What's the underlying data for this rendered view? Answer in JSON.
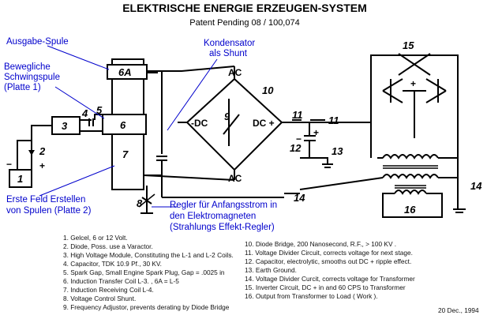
{
  "title": "ELEKTRISCHE ENERGIE ERZEUGEN-SYSTEM",
  "subtitle": "Patent Pending  08 / 100,074",
  "annotations": {
    "ausgabe": "Ausgabe-Spule",
    "bewegliche": [
      "Bewegliche",
      "Schwingspule",
      "(Platte 1)"
    ],
    "kondensator": [
      "Kondensator",
      "als Shunt"
    ],
    "erste": [
      "Erste Feld Erstellen",
      "von Spulen (Platte 2)"
    ],
    "regler": [
      "Regler für Anfangsstrom in",
      "den Elektromagneten",
      "(Strahlungs Effekt-Regler)"
    ]
  },
  "circuit": {
    "n1": "1",
    "n2": "2",
    "n3": "3",
    "n4": "4",
    "n5": "5",
    "n6": "6",
    "n6a": "6A",
    "n7": "7",
    "n8": "8",
    "n9": "9",
    "n10": "10",
    "n11a": "11",
    "n11b": "11",
    "n12": "12",
    "n13": "13",
    "n14a": "14",
    "n14b": "14",
    "n15": "15",
    "n16": "16",
    "ac_top": "AC",
    "ac_bottom": "AC",
    "dc_minus": "-DC",
    "dc_plus": "DC +",
    "minus": "−",
    "plus": "+",
    "plus2": "+",
    "minus2": "−",
    "plus3": "+"
  },
  "legend_left": [
    "1. Gelcel, 6 or 12 Volt.",
    "2. Diode, Poss. use a Varactor.",
    "3. High Voltage Module, Constituting the L-1 and L-2 Coils.",
    "4. Capacitor, TDK  10.9  Pf., 30 KV.",
    "5. Spark Gap, Small Engine Spark Plug, Gap = .0025 in",
    "6. Induction Transfer Coil  L-3. , 6A = L-5",
    "7. Induction Receiving Coil L-4.",
    "8. Voltage Control Shunt.",
    "9. Frequency Adjustor, prevents derating by Diode Bridge"
  ],
  "legend_right": [
    "10. Diode Bridge, 200 Nanosecond, R.F., > 100 KV .",
    "11. Voltage Divider Circuit, corrects voltage for next stage.",
    "12. Capacitor, electrolytic, smooths out DC + ripple effect.",
    "13. Earth Ground.",
    "14. Voltage Divider Curcit, corrects voltage for Transformer",
    "15. Inverter Circuit, DC + in and 60 CPS  to Transformer",
    "16. Output from Transformer to Load ( Work )."
  ],
  "date": "20  Dec., 1994"
}
